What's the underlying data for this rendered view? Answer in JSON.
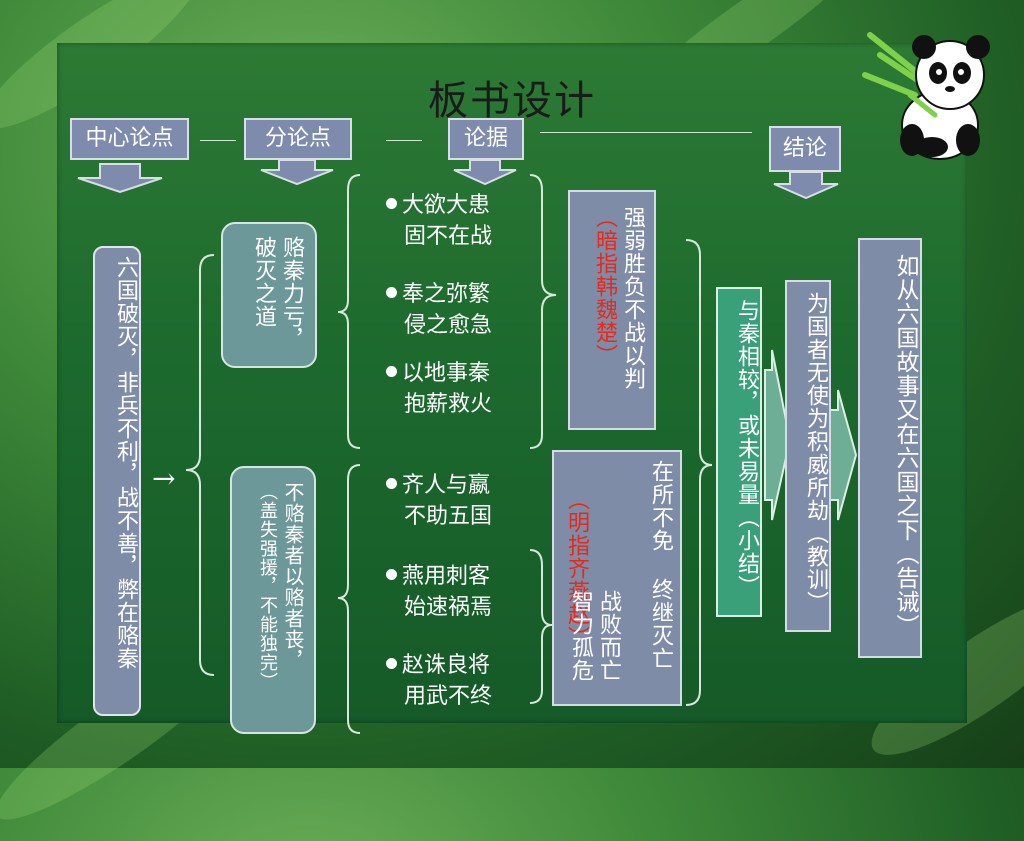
{
  "title": "板书设计",
  "headers": {
    "central": "中心论点",
    "sub": "分论点",
    "evidence": "论据",
    "conclusion": "结论"
  },
  "central_claim": "六国破灭，非兵不利，战不善，弊在赂秦",
  "arrow_symbol": "→",
  "sub_points": [
    {
      "text": "赂秦力亏，破灭之道"
    },
    {
      "main": "不赂秦者以赂者丧，",
      "note": "（盖失强援，不能独完）"
    }
  ],
  "evidence_top": [
    {
      "line1": "大欲大患",
      "line2": "固不在战"
    },
    {
      "line1": "奉之弥繁",
      "line2": "侵之愈急"
    },
    {
      "line1": "以地事秦",
      "line2": "抱薪救火"
    }
  ],
  "evidence_bottom": [
    {
      "line1": "齐人与嬴",
      "line2": "不助五国"
    },
    {
      "line1": "燕用刺客",
      "line2": "始速祸焉"
    },
    {
      "line1": "赵诛良将",
      "line2": "用武不终"
    }
  ],
  "judgement_top": {
    "main": "强弱胜负不战以判",
    "note": "（暗指韩魏楚）"
  },
  "judgement_bottom": {
    "col1": "在所不免",
    "col2": "终继灭亡",
    "col3": "战败而亡",
    "col4": "智力孤危",
    "note": "（明指齐燕赵）"
  },
  "summary": "与秦相较，或未易量（小结）",
  "lesson": "为国者无使为积威所劫（教训）",
  "warning": "如从六国故事又在六国之下（告诫）",
  "colors": {
    "background": "#2d7a35",
    "header_box": "#7e8bad",
    "rounded_box": "#6c9899",
    "teal_box": "#3aa07a",
    "note_red": "#e52a1a"
  }
}
